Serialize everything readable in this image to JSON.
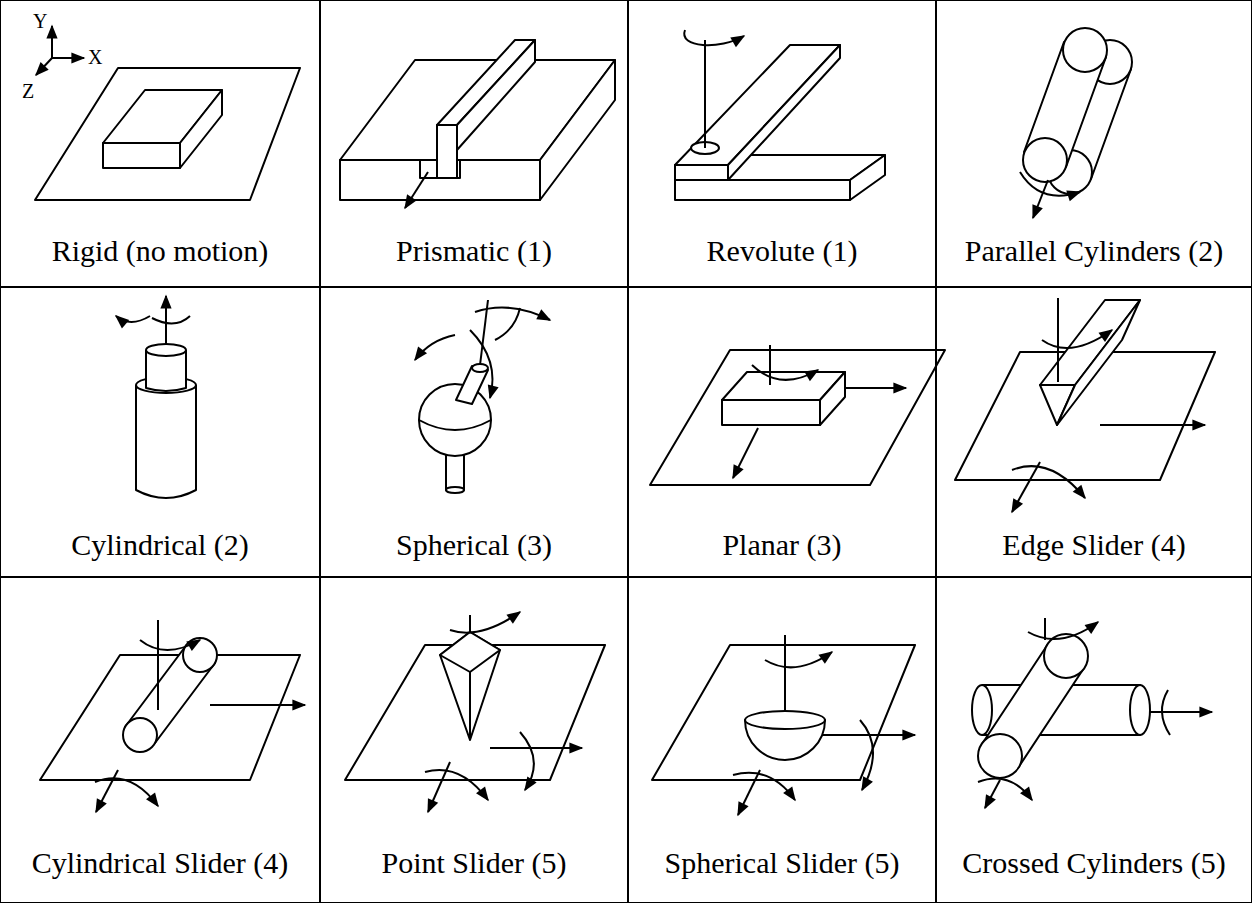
{
  "diagram": {
    "nodes": [
      {
        "text": [
          "Rigid (no motion)"
        ]
      },
      {
        "text": [
          "Prismatic (1)"
        ]
      },
      {
        "text": [
          "Revolute (1)"
        ]
      },
      {
        "text": [
          "Parallel Cylinders (2)"
        ]
      },
      {
        "text": [
          "Cylindrical (2)"
        ]
      },
      {
        "text": [
          "Spherical (3)"
        ]
      },
      {
        "text": [
          "Planar (3)"
        ]
      },
      {
        "text": [
          "Edge Slider (4)"
        ]
      },
      {
        "text": [
          "Cylindrical Slider (4)"
        ]
      },
      {
        "text": [
          "Point Slider (5)"
        ]
      },
      {
        "text": [
          "Spherical Slider (5)"
        ]
      },
      {
        "text": [
          "Crossed Cylinders (5)"
        ]
      }
    ],
    "labels": [
      "Y",
      "X",
      "Z"
    ]
  }
}
